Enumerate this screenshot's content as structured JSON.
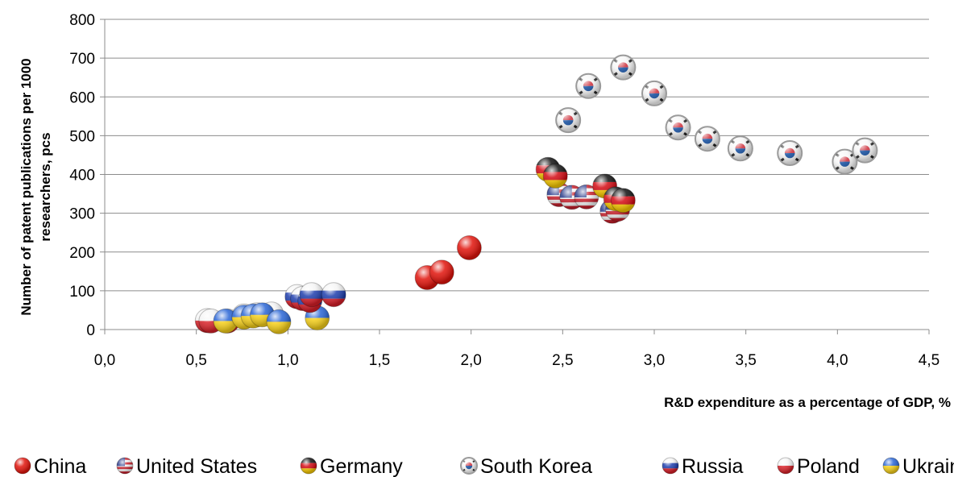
{
  "chart_data": {
    "type": "scatter",
    "xlabel": "R&D expenditure as a percentage of GDP, %",
    "ylabel": "Number of patent publications per 1000 researchers, pcs",
    "xlim": [
      0,
      4.5
    ],
    "ylim": [
      0,
      800
    ],
    "x_ticks": [
      "0,0",
      "0,5",
      "1,0",
      "1,5",
      "2,0",
      "2,5",
      "3,0",
      "3,5",
      "4,0",
      "4,5"
    ],
    "x_tick_values": [
      0,
      0.5,
      1,
      1.5,
      2,
      2.5,
      3,
      3.5,
      4,
      4.5
    ],
    "y_ticks": [
      "0",
      "100",
      "200",
      "300",
      "400",
      "500",
      "600",
      "700",
      "800"
    ],
    "y_tick_values": [
      0,
      100,
      200,
      300,
      400,
      500,
      600,
      700,
      800
    ],
    "grid": "horizontal",
    "legend_position": "bottom",
    "series": [
      {
        "name": "China",
        "flag": "china",
        "points": [
          [
            1.76,
            134
          ],
          [
            1.84,
            148
          ],
          [
            1.99,
            211
          ]
        ]
      },
      {
        "name": "United States",
        "flag": "usa",
        "points": [
          [
            2.48,
            348
          ],
          [
            2.55,
            341
          ],
          [
            2.63,
            342
          ],
          [
            2.77,
            305
          ],
          [
            2.8,
            310
          ]
        ]
      },
      {
        "name": "Germany",
        "flag": "germany",
        "points": [
          [
            2.42,
            413
          ],
          [
            2.46,
            396
          ],
          [
            2.73,
            370
          ],
          [
            2.79,
            337
          ],
          [
            2.83,
            333
          ]
        ]
      },
      {
        "name": "South Korea",
        "flag": "korea",
        "points": [
          [
            2.53,
            540
          ],
          [
            2.64,
            628
          ],
          [
            2.83,
            676
          ],
          [
            3.0,
            609
          ],
          [
            3.13,
            521
          ],
          [
            3.29,
            492
          ],
          [
            3.47,
            467
          ],
          [
            3.74,
            455
          ],
          [
            4.04,
            433
          ],
          [
            4.15,
            462
          ]
        ]
      },
      {
        "name": "Russia",
        "flag": "russia",
        "points": [
          [
            1.05,
            85
          ],
          [
            1.08,
            80
          ],
          [
            1.12,
            75
          ],
          [
            1.13,
            90
          ],
          [
            1.25,
            90
          ]
        ]
      },
      {
        "name": "Poland",
        "flag": "poland",
        "points": [
          [
            0.56,
            23
          ],
          [
            0.58,
            22
          ],
          [
            0.67,
            22
          ],
          [
            0.76,
            35
          ],
          [
            0.83,
            38
          ],
          [
            0.91,
            40
          ]
        ]
      },
      {
        "name": "Ukraine",
        "flag": "ukraine",
        "points": [
          [
            0.66,
            22
          ],
          [
            0.76,
            32
          ],
          [
            0.81,
            35
          ],
          [
            0.86,
            38
          ],
          [
            0.95,
            20
          ],
          [
            1.16,
            30
          ]
        ]
      }
    ]
  }
}
